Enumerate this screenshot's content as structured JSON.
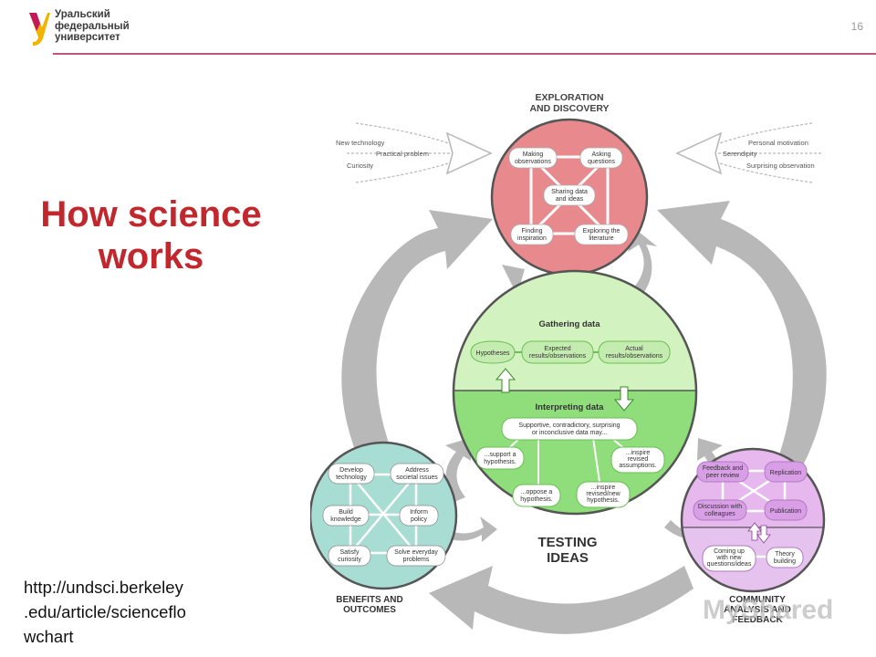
{
  "header": {
    "logo_lines": [
      "Уральский",
      "федеральный",
      "университет"
    ],
    "page_number": "16"
  },
  "title_lines": [
    "How science",
    "works"
  ],
  "source_lines": [
    "http://undsci.berkeley",
    ".edu/article/scienceflo",
    "wchart"
  ],
  "diagram": {
    "exploration": {
      "title_lines": [
        "EXPLORATION",
        "AND DISCOVERY"
      ],
      "making": [
        "Making",
        "observations"
      ],
      "asking": [
        "Asking",
        "questions"
      ],
      "sharing": [
        "Sharing data",
        "and ideas"
      ],
      "finding": [
        "Finding",
        "inspiration"
      ],
      "exploring": [
        "Exploring the",
        "literature"
      ]
    },
    "left_inputs": [
      "New technology",
      "Practical problem",
      "Curiosity"
    ],
    "right_inputs": [
      "Personal motivation",
      "Serendipity",
      "Surprising observation"
    ],
    "testing": {
      "gathering": "Gathering data",
      "hypotheses": "Hypotheses",
      "expected": [
        "Expected",
        "results/observations"
      ],
      "actual": [
        "Actual",
        "results/observations"
      ],
      "interpreting": "Interpreting data",
      "supportive": [
        "Supportive, contradictory, surprising",
        "or inconclusive data may..."
      ],
      "support": [
        "...support a",
        "hypothesis."
      ],
      "inspire_assumptions": [
        "...inspire",
        "revised",
        "assumptions."
      ],
      "oppose": [
        "...oppose a",
        "hypothesis."
      ],
      "inspire_hypothesis": [
        "...inspire",
        "revised/new",
        "hypothesis."
      ],
      "label_lines": [
        "TESTING",
        "IDEAS"
      ]
    },
    "benefits": {
      "develop": [
        "Develop",
        "technology"
      ],
      "address": [
        "Address",
        "societal issues"
      ],
      "build": [
        "Build",
        "knowledge"
      ],
      "inform": [
        "Inform",
        "policy"
      ],
      "satisfy": [
        "Satisfy",
        "curiosity"
      ],
      "solve": [
        "Solve everyday",
        "problems"
      ],
      "label_lines": [
        "BENEFITS AND",
        "OUTCOMES"
      ]
    },
    "community": {
      "feedback": [
        "Feedback and",
        "peer review"
      ],
      "replication": "Replication",
      "discussion": [
        "Discussion with",
        "colleagues"
      ],
      "publication": "Publication",
      "coming": [
        "Coming up",
        "with new",
        "questions/ideas"
      ],
      "theory": [
        "Theory",
        "building"
      ],
      "label_lines": [
        "COMMUNITY",
        "ANALYSIS AND",
        "FEEDBACK"
      ]
    }
  },
  "colors": {
    "exploration_fill": "#e8898d",
    "testing_top_fill": "#d2f3bf",
    "testing_bottom_fill": "#8fdd7b",
    "benefits_fill": "#a8ddd4",
    "community_fill": "#e6b8ee",
    "arrow_gray": "#b7b7b7",
    "title_red": "#c2272d"
  },
  "watermark": "MyShared"
}
